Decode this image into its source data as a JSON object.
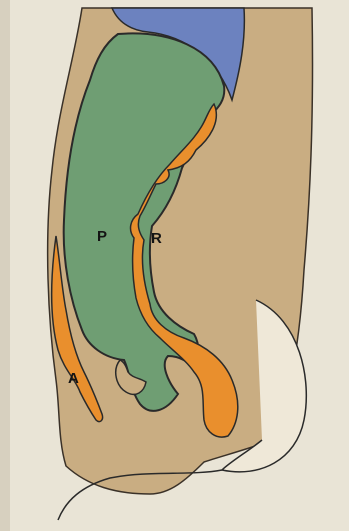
{
  "labels": {
    "p": "P",
    "r": "R",
    "a": "A"
  },
  "colors": {
    "background_paper": "#e9e4d6",
    "body_tan": "#c9ad82",
    "peritoneal_green": "#6f9e73",
    "retroperitoneal_orange": "#e98f2d",
    "thoracic_blue": "#6c82bf",
    "outline": "#2a2a2a"
  }
}
